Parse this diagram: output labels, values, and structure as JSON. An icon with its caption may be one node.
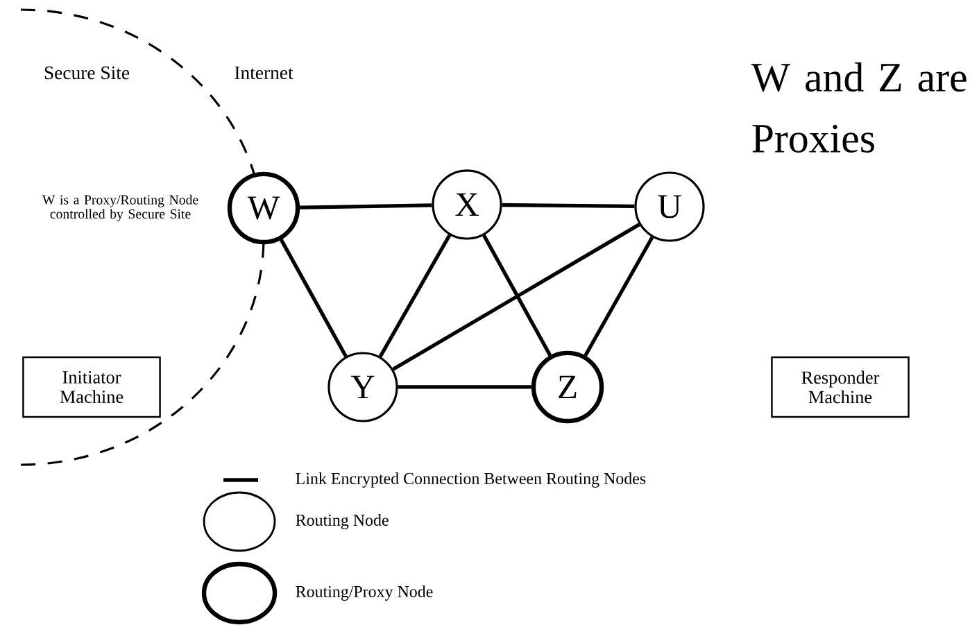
{
  "diagram": {
    "nodes": [
      {
        "text": [
          "W"
        ],
        "beside": [
          "W is a Proxy/Routing Node controlled by Secure Site"
        ]
      },
      {
        "text": [
          "X"
        ]
      },
      {
        "text": [
          "U"
        ]
      },
      {
        "text": [
          "Y"
        ]
      },
      {
        "text": [
          "Z"
        ]
      },
      {
        "text": [
          "Initiator Machine"
        ]
      },
      {
        "text": [
          "Responder Machine"
        ]
      }
    ],
    "edges": [
      {
        "from": 0,
        "to": 1,
        "arrow": "none"
      },
      {
        "from": 1,
        "to": 2,
        "arrow": "none"
      },
      {
        "from": 0,
        "to": 3,
        "arrow": "none"
      },
      {
        "from": 1,
        "to": 3,
        "arrow": "none"
      },
      {
        "from": 1,
        "to": 4,
        "arrow": "none"
      },
      {
        "from": 3,
        "to": 2,
        "arrow": "none"
      },
      {
        "from": 2,
        "to": 4,
        "arrow": "none"
      },
      {
        "from": 3,
        "to": 4,
        "arrow": "none"
      }
    ],
    "labels": [
      "Secure Site",
      "Internet",
      "W and Z are Proxies"
    ],
    "legend": [
      {
        "text": "Link Encrypted Connection Between Routing Nodes"
      },
      {
        "text": "Routing Node"
      },
      {
        "text": "Routing/Proxy Node"
      }
    ]
  }
}
